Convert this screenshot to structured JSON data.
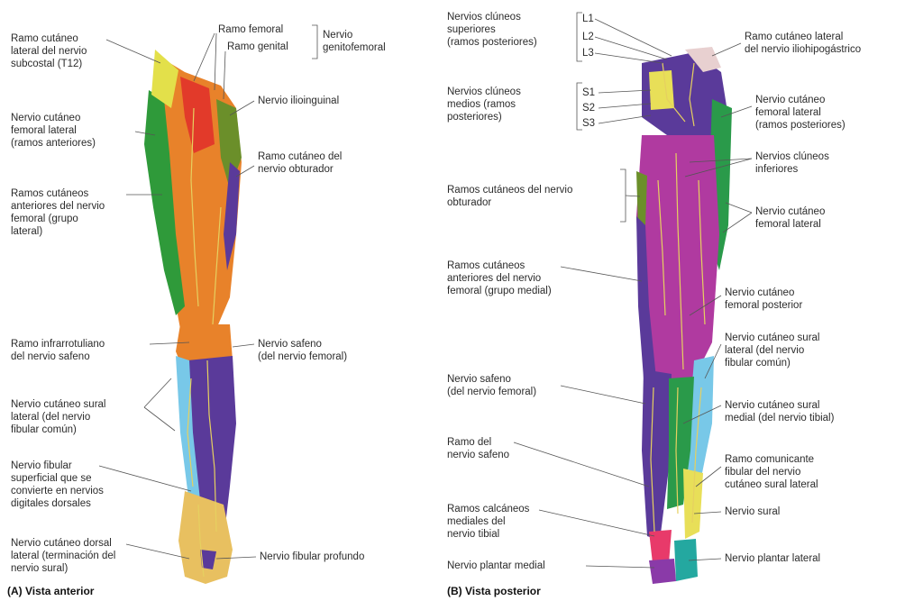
{
  "captions": {
    "anterior": "(A) Vista anterior",
    "posterior": "(B) Vista posterior"
  },
  "colors": {
    "femoral_anterior": "#e8822a",
    "lateral_femoral": "#2f9a3a",
    "subcostal": "#e3e04a",
    "femoral_branch": "#e23a2a",
    "genitofemoral": "#c63a2a",
    "ilioinguinal": "#6b8f2a",
    "saphenous": "#5a3a9a",
    "sural_lateral": "#78c8e8",
    "fibular_superficial": "#e8c060",
    "posterior_femoral": "#b03aa0",
    "posterior_thigh_lateral": "#2a9a4a",
    "sural": "#e8df58",
    "plantar_lateral": "#24a8a0",
    "plantar_medial": "#8a3aa8",
    "calcaneal": "#e83a6a",
    "nerve_lines": "#e6d060"
  },
  "anterior": {
    "labels": {
      "subcostal": "Ramo cutáneo\nlateral del nervio\nsubcostal (T12)",
      "ramo_femoral": "Ramo femoral",
      "ramo_genital": "Ramo genital",
      "genitofemoral": "Nervio\ngenitofemoral",
      "ilioinguinal": "Nervio ilioinguinal",
      "femoral_lateral": "Nervio cutáneo\nfemoral lateral\n(ramos anteriores)",
      "obturador": "Ramo cutáneo del\nnervio obturador",
      "femoral_anteriores": "Ramos cutáneos\nanteriores del nervio\nfemoral (grupo\nlateral)",
      "infrarrotuliano": "Ramo infrarrotuliano\ndel nervio safeno",
      "safeno": "Nervio safeno\n(del nervio femoral)",
      "sural_lateral": "Nervio cutáneo sural\nlateral (del nervio\nfibular común)",
      "fibular_superficial": "Nervio fibular\nsuperficial que se\nconvierte en nervios\ndigitales dorsales",
      "dorsal_lateral": "Nervio cutáneo dorsal\nlateral (terminación del\nnervio sural)",
      "fibular_profundo": "Nervio fibular profundo"
    }
  },
  "posterior": {
    "labels": {
      "cluneos_superiores": "Nervios clúneos\nsuperiores\n(ramos posteriores)",
      "L1": "L1",
      "L2": "L2",
      "L3": "L3",
      "iliohipogastrico": "Ramo cutáneo lateral\ndel nervio iliohipogástrico",
      "cluneos_medios": "Nervios clúneos\nmedios (ramos\nposteriores)",
      "S1": "S1",
      "S2": "S2",
      "S3": "S3",
      "femoral_lateral_post": "Nervio cutáneo\nfemoral lateral\n(ramos posteriores)",
      "cluneos_inferiores": "Nervios clúneos\ninferiores",
      "obturador_post": "Ramos cutáneos del nervio\nobturador",
      "femoral_lateral_2": "Nervio cutáneo\nfemoral lateral",
      "femoral_anteriores_medial": "Ramos cutáneos\nanteriores del nervio\nfemoral (grupo medial)",
      "femoral_posterior": "Nervio cutáneo\nfemoral posterior",
      "sural_lateral_post": "Nervio cutáneo sural\nlateral (del nervio\nfibular común)",
      "safeno_post": "Nervio safeno\n(del nervio femoral)",
      "sural_medial": "Nervio cutáneo sural\nmedial (del nervio tibial)",
      "ramo_safeno": "Ramo del\nnervio safeno",
      "comunicante": "Ramo comunicante\nfibular del nervio\ncutáneo sural lateral",
      "calcaneos": "Ramos calcáneos\nmediales del\nnervio tibial",
      "sural": "Nervio sural",
      "plantar_medial": "Nervio plantar medial",
      "plantar_lateral": "Nervio plantar lateral"
    }
  }
}
